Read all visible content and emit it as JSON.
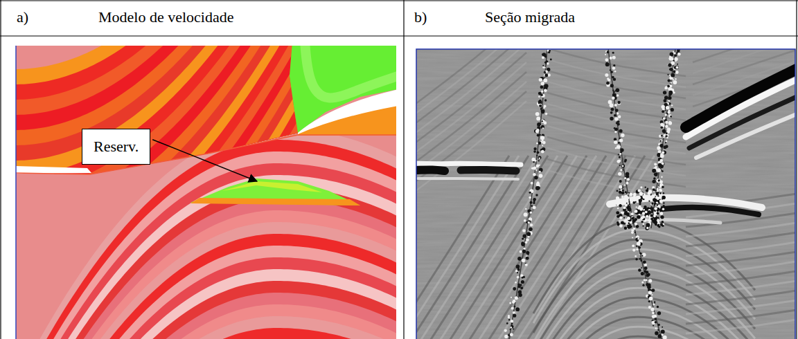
{
  "diagram": {
    "nodes": [
      {
        "text": [
          "Reserv."
        ]
      }
    ],
    "labels": [
      "a)",
      "Modelo de velocidade",
      "b)",
      "Seção migrada"
    ]
  }
}
